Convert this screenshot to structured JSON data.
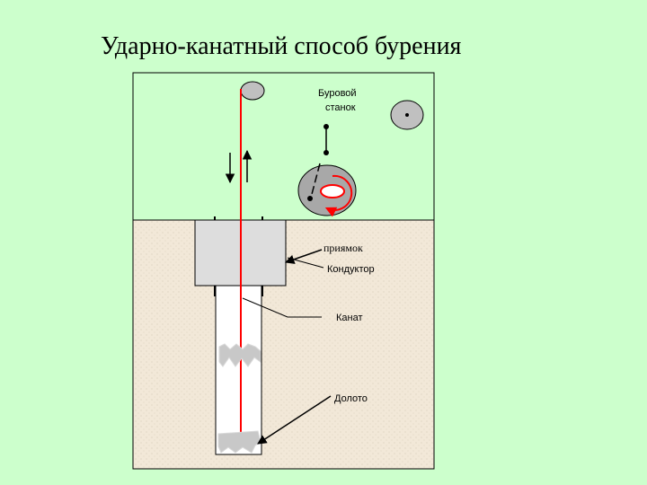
{
  "title": "Ударно-канатный способ бурения",
  "labels": {
    "rig_line1": "Буровой",
    "rig_line2": "станок",
    "pit": "приямок",
    "conductor": "Кондуктор",
    "rope": "Канат",
    "bit": "Долото"
  },
  "colors": {
    "background": "#ccffcc",
    "sky": "#ccffcc",
    "ground": "#f2e8d8",
    "rope": "#ff0000",
    "pulley": "#c0c0c0",
    "conductor": "#dddddd",
    "bit": "#c8c8c8"
  }
}
